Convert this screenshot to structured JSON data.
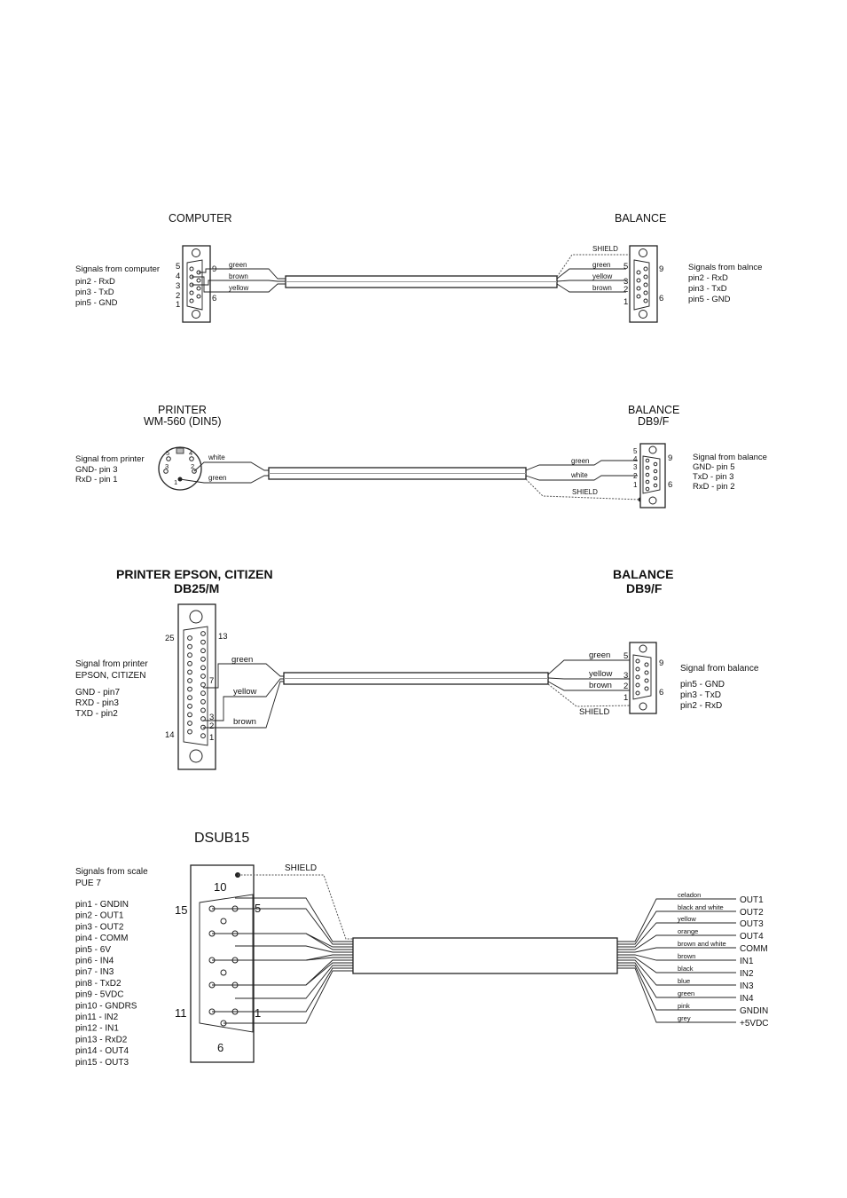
{
  "d1": {
    "left_title": "COMPUTER",
    "right_title": "BALANCE",
    "left_heading": "Signals from computer",
    "left_pins": [
      "pin2 - RxD",
      "pin3 - TxD",
      "pin5 - GND"
    ],
    "left_nums": [
      "5",
      "4",
      "3",
      "2",
      "1"
    ],
    "left_n9": "9",
    "left_n6": "6",
    "left_wires": [
      "green",
      "brown",
      "yellow"
    ],
    "shield": "SHIELD",
    "right_wires": [
      "green",
      "yellow",
      "brown"
    ],
    "right_nums": [
      "5",
      "3",
      "2",
      "1"
    ],
    "right_n9": "9",
    "right_n6": "6",
    "right_heading": "Signals from balnce",
    "right_pins": [
      "pin2 - RxD",
      "pin3 - TxD",
      "pin5 - GND"
    ]
  },
  "d2": {
    "left_title_1": "PRINTER",
    "left_title_2": "WM-560 (DIN5)",
    "right_title_1": "BALANCE",
    "right_title_2": "DB9/F",
    "left_heading": "Signal from printer",
    "left_pins": [
      "GND- pin 3",
      "RxD - pin 1"
    ],
    "din_nums": [
      "5",
      "4",
      "3",
      "2",
      "1"
    ],
    "left_wires": [
      "white",
      "green"
    ],
    "right_wires": [
      "green",
      "white"
    ],
    "shield": "SHIELD",
    "right_nums": [
      "5",
      "4",
      "3",
      "2",
      "1"
    ],
    "right_n9": "9",
    "right_n6": "6",
    "right_heading": "Signal from balance",
    "right_pins": [
      "GND- pin 5",
      "TxD - pin 3",
      "RxD - pin 2"
    ]
  },
  "d3": {
    "left_title_1": "PRINTER EPSON, CITIZEN",
    "left_title_2": "DB25/M",
    "right_title_1": "BALANCE",
    "right_title_2": "DB9/F",
    "n25": "25",
    "n13": "13",
    "n14": "14",
    "n7": "7",
    "n3": "3",
    "n2": "2",
    "n1": "1",
    "left_heading_1": "Signal from printer",
    "left_heading_2": "EPSON, CITIZEN",
    "left_pins": [
      "GND - pin7",
      "RXD - pin3",
      "TXD - pin2"
    ],
    "left_wires": [
      "green",
      "yellow",
      "brown"
    ],
    "right_wires": [
      "green",
      "yellow",
      "brown"
    ],
    "right_nums": [
      "5",
      "3",
      "2",
      "1"
    ],
    "right_n9": "9",
    "right_n6": "6",
    "shield": "SHIELD",
    "right_heading": "Signal from balance",
    "right_pins": [
      "pin5 - GND",
      "pin3 - TxD",
      "pin2 - RxD"
    ]
  },
  "d4": {
    "title": "DSUB15",
    "heading_1": "Signals from scale",
    "heading_2": "PUE 7",
    "pins": [
      "pin1 - GNDIN",
      "pin2 - OUT1",
      "pin3 - OUT2",
      "pin4 - COMM",
      "pin5 - 6V",
      "pin6 - IN4",
      "pin7 - IN3",
      "pin8 - TxD2",
      "pin9 - 5VDC",
      "pin10 - GNDRS",
      "pin11 - IN2",
      "pin12 - IN1",
      "pin13 - RxD2",
      "pin14 - OUT4",
      "pin15 - OUT3"
    ],
    "shield": "SHIELD",
    "n10": "10",
    "n15": "15",
    "n5": "5",
    "n11": "11",
    "n1": "1",
    "n6": "6",
    "wire_colors": [
      "celadon",
      "black and white",
      "yellow",
      "orange",
      "brown and white",
      "brown",
      "black",
      "blue",
      "green",
      "pink",
      "grey"
    ],
    "outputs": [
      "OUT1",
      "OUT2",
      "OUT3",
      "OUT4",
      "COMM",
      "IN1",
      "IN2",
      "IN3",
      "IN4",
      "GNDIN",
      "+5VDC"
    ]
  }
}
